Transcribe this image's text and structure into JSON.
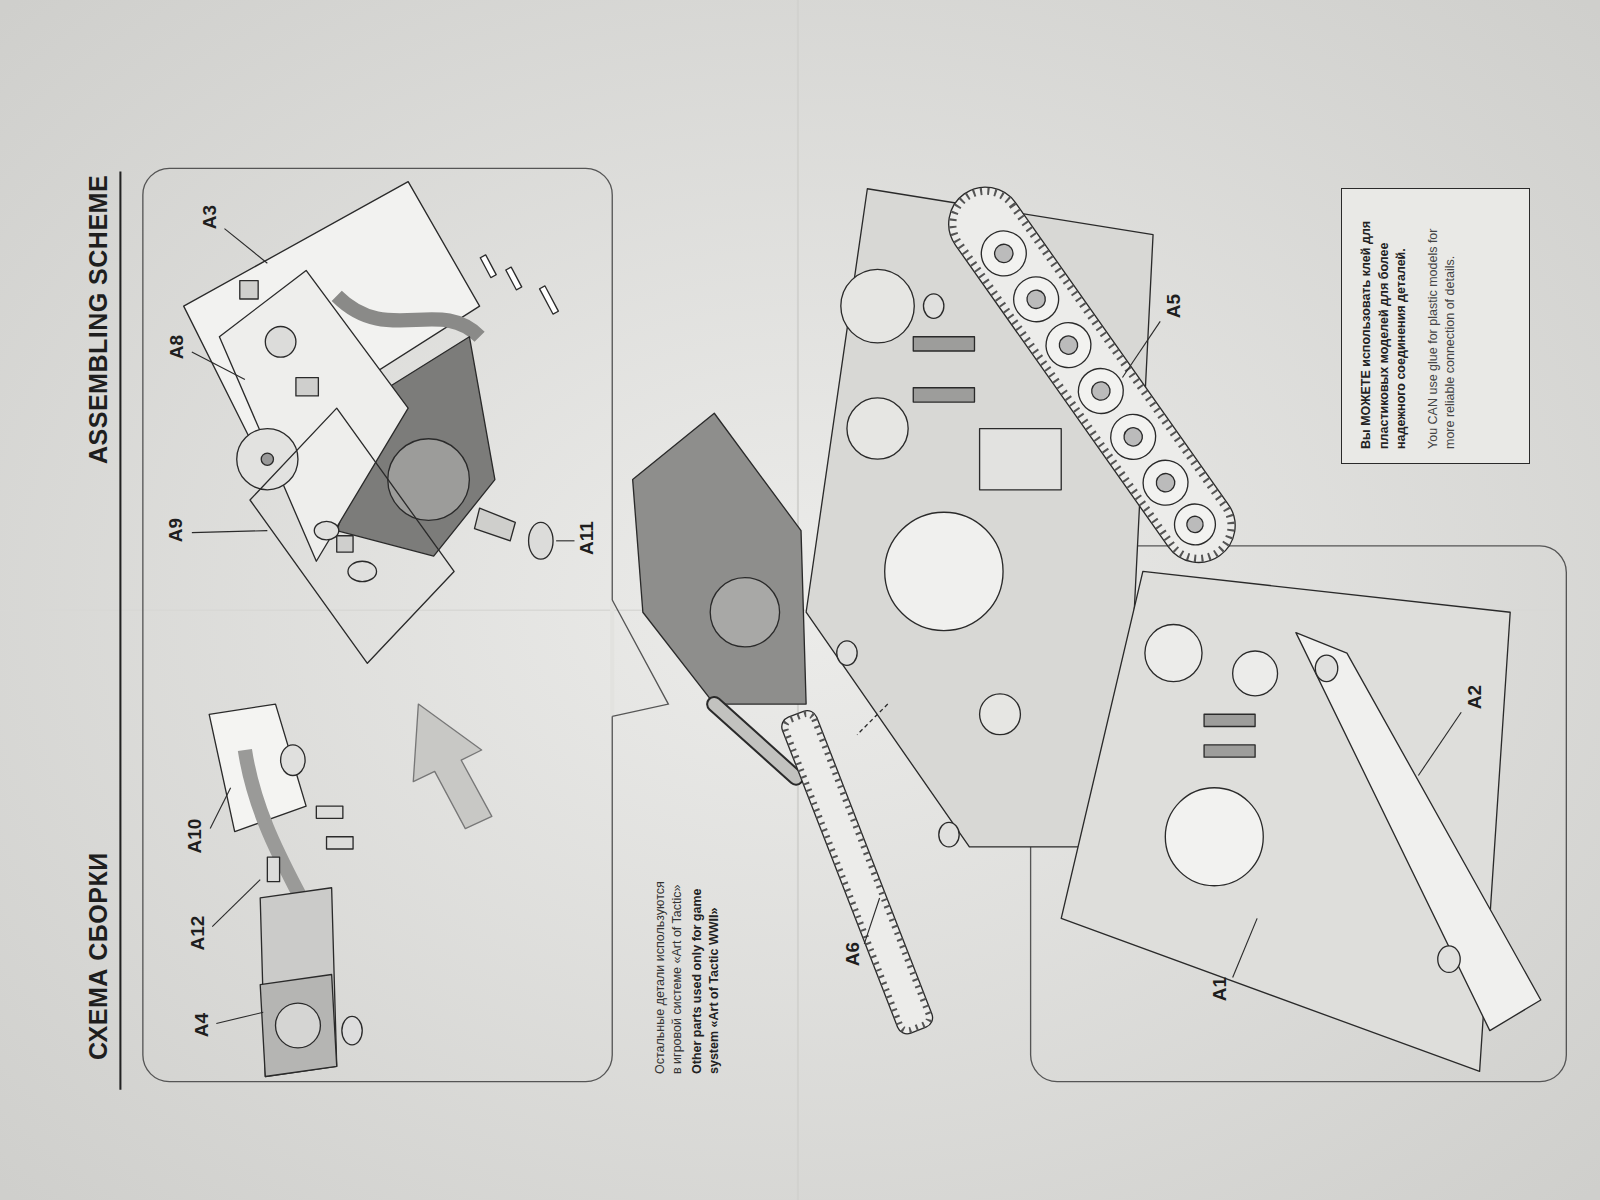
{
  "diagram": {
    "title": "СХЕМА СБОРКИ",
    "nodes": [
      {
        "text": [
          "Вы МОЖЕТЕ использовать клей для пластиковых моделей для более надежного соединения деталей.",
          "You CAN use glue for plastic models for more reliable connection of details."
        ]
      }
    ],
    "labels": [
      "ASSEMBLING SCHEME",
      "A8",
      "A3",
      "A9",
      "A11",
      "A10",
      "A12",
      "A4",
      "Остальные детали используются в игровой системе «Art of Tactic»",
      "Other parts used only for game system «Art of Tactic WWII»",
      "A5",
      "A6",
      "A1",
      "A2"
    ]
  }
}
